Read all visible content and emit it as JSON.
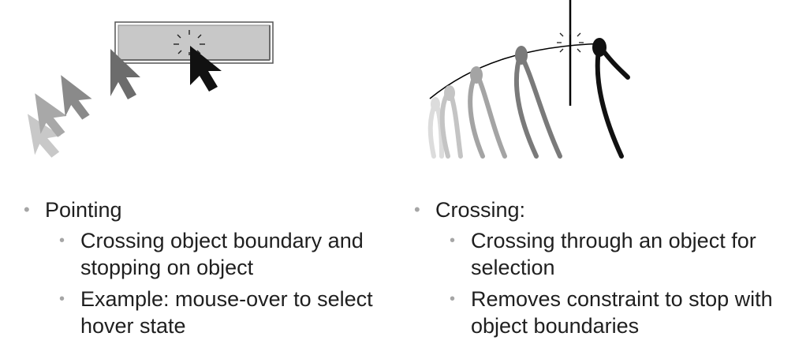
{
  "left": {
    "heading": "Pointing",
    "bullets": [
      "Crossing object boundary and stopping on object",
      "Example: mouse-over to select hover state"
    ]
  },
  "right": {
    "heading": "Crossing:",
    "bullets": [
      "Crossing through an object for selection",
      "Removes constraint to stop with object boundaries"
    ]
  },
  "bullet_glyph": "•",
  "colors": {
    "bullet": "#a6a6a6",
    "text": "#1f1f1f",
    "button_face": "#c8c8c8",
    "cursor_trail": [
      "#c8c8c8",
      "#a8a8a8",
      "#8a8a8a",
      "#6c6c6c",
      "#111111"
    ]
  },
  "icons": {
    "pointing": "mouse-cursor-trail-icon",
    "crossing": "pen-stroke-trail-icon"
  }
}
